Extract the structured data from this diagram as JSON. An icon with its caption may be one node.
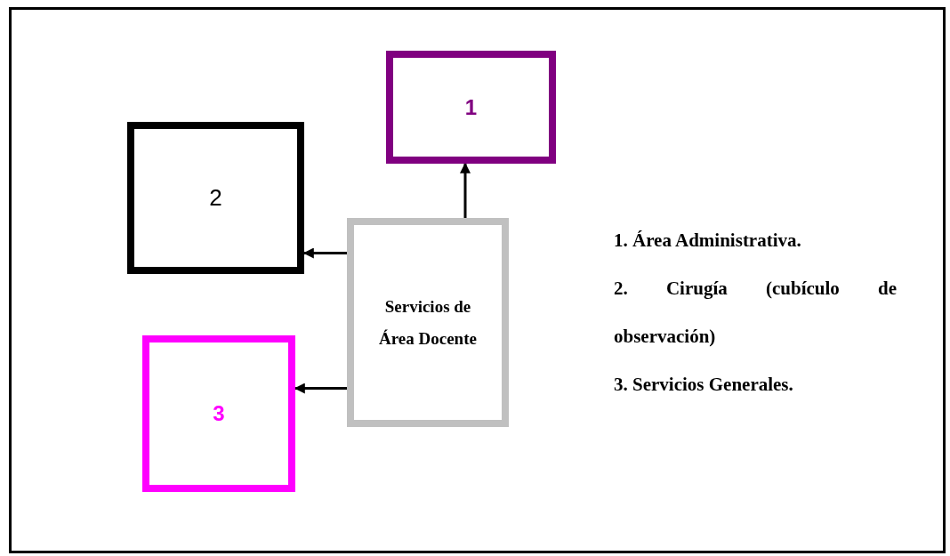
{
  "diagram": {
    "nodes": [
      {
        "text": [
          "1"
        ]
      },
      {
        "text": [
          "2"
        ]
      },
      {
        "text": [
          "Servicios de Área Docente"
        ]
      },
      {
        "text": [
          "3"
        ]
      }
    ],
    "edges": [
      {
        "from": 2,
        "to": 0,
        "arrow": "to"
      },
      {
        "from": 2,
        "to": 1,
        "arrow": "to"
      },
      {
        "from": 2,
        "to": 3,
        "arrow": "to"
      }
    ],
    "labels": [
      "1. Área Administrativa.",
      "2. Cirugía (cubículo de observación)",
      "3. Servicios Generales."
    ]
  }
}
